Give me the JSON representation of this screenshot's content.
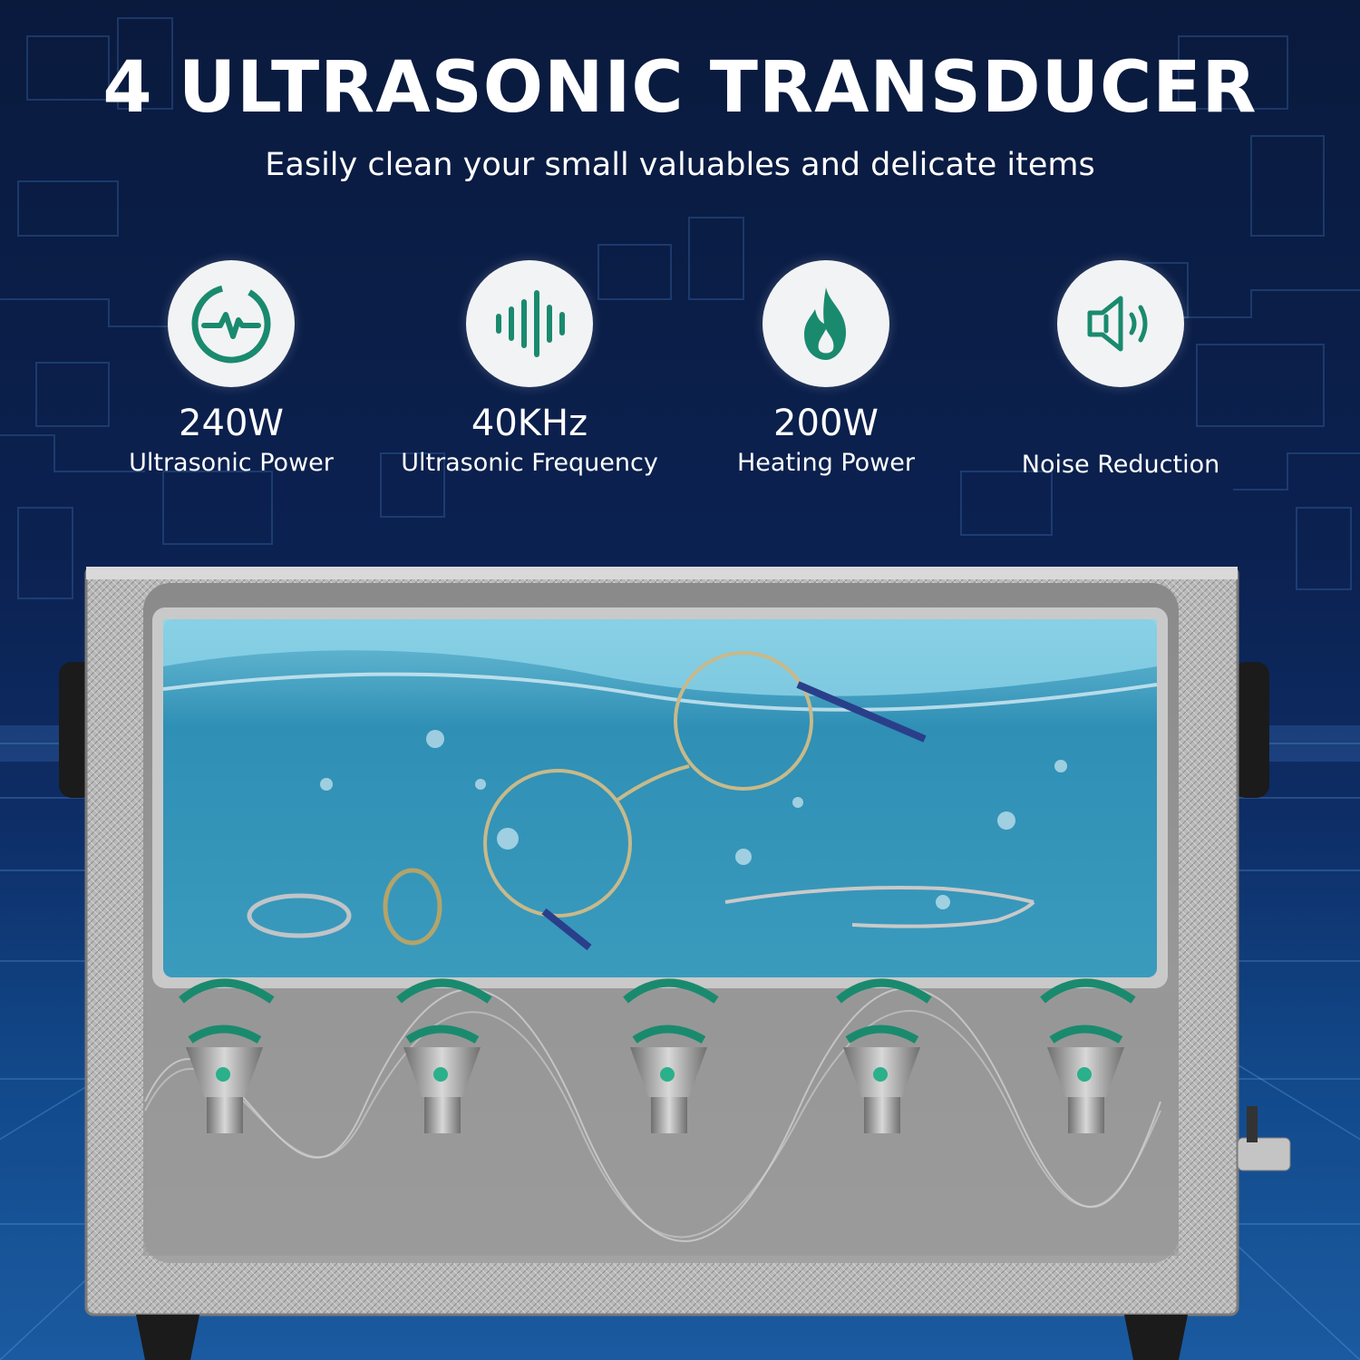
{
  "header": {
    "title": "4 ULTRASONIC TRANSDUCER",
    "subtitle": "Easily clean your small valuables and delicate items"
  },
  "features": [
    {
      "icon": "pulse-icon",
      "value": "240W",
      "label": "Ultrasonic Power"
    },
    {
      "icon": "sound-wave-icon",
      "value": "40KHz",
      "label": "Ultrasonic Frequency"
    },
    {
      "icon": "flame-icon",
      "value": "200W",
      "label": "Heating Power"
    },
    {
      "icon": "speaker-icon",
      "value": "",
      "label": "Noise Reduction"
    }
  ],
  "colors": {
    "accent": "#1a8a6e",
    "background": "#0b2150",
    "icon_circle": "#f2f3f5"
  }
}
